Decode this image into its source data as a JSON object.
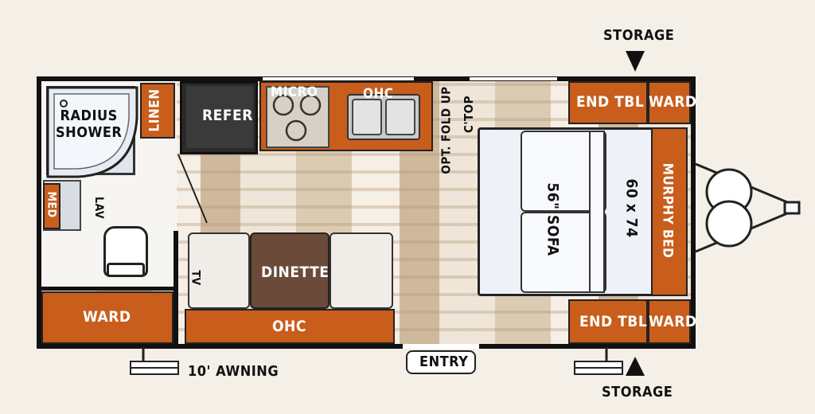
{
  "labels": {
    "storage_top": "STORAGE",
    "storage_bottom": "STORAGE",
    "radius_shower": "RADIUS\nSHOWER",
    "linen": "LINEN",
    "refer": "REFER",
    "micro": "MICRO",
    "ohc_top": "OHC",
    "opt_fold_up": "OPT. FOLD UP",
    "ctop": "C'TOP",
    "end_tbl_top": "END TBL",
    "ward_top_right": "WARD",
    "murphy_bed": "MURPHY BED",
    "bed_size": "60 x 74",
    "sofa": "56\" SOFA",
    "med": "MED",
    "lav": "LAV",
    "ward_left": "WARD",
    "tv": "TV",
    "dinette": "DINETTE",
    "ohc_bottom": "OHC",
    "end_tbl_bottom": "END TBL",
    "ward_bottom_right": "WARD",
    "awning": "10' AWNING",
    "entry": "ENTRY"
  },
  "colors": {
    "cabinet": "#c85d1c",
    "wall": "#111111",
    "background": "#f4efe7",
    "fixture": "#e8eef4"
  }
}
